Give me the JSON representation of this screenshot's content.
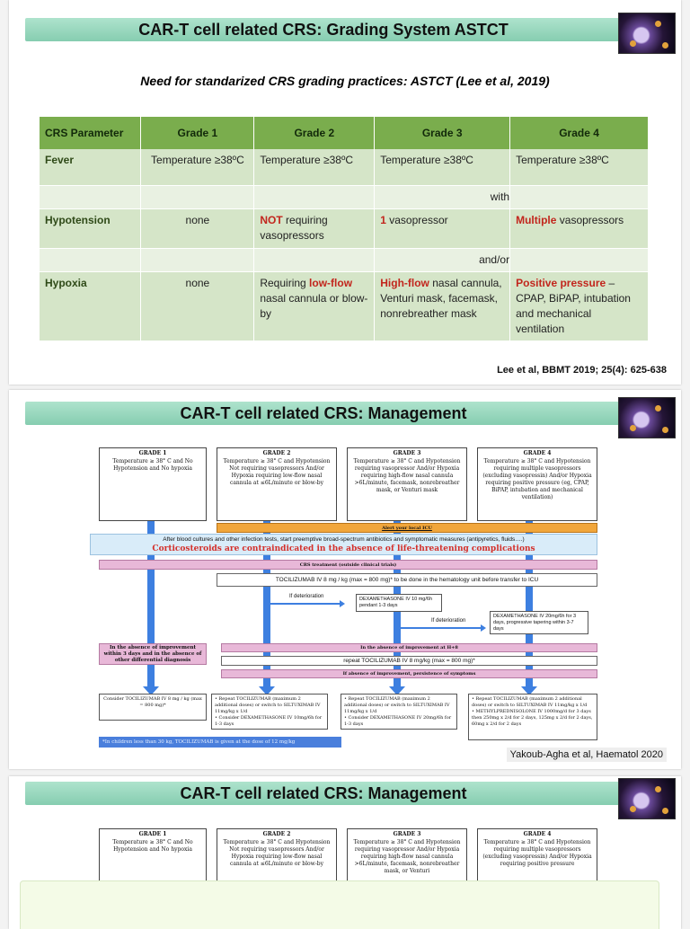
{
  "slide1": {
    "title": "CAR-T cell related CRS: Grading System ASTCT",
    "subtitle": "Need for standarized CRS grading practices: ASTCT (Lee et al, 2019)",
    "headers": [
      "CRS Parameter",
      "Grade 1",
      "Grade 2",
      "Grade 3",
      "Grade 4"
    ],
    "fever": {
      "param": "Fever",
      "g1": "Temperature ≥38ºC",
      "g2": "Temperature ≥38ºC",
      "g3": "Temperature ≥38ºC",
      "g4": "Temperature ≥38ºC"
    },
    "with": "with",
    "hypotension": {
      "param": "Hypotension",
      "g1": "none",
      "g2_red": "NOT",
      "g2_rest": " requiring vasopressors",
      "g3_red": "1",
      "g3_rest": " vasopressor",
      "g4_red": "Multiple",
      "g4_rest": " vasopressors"
    },
    "andor": "and/or",
    "hypoxia": {
      "param": "Hypoxia",
      "g1": "none",
      "g2_pre": "Requiring ",
      "g2_red": "low-flow",
      "g2_rest": " nasal cannula or blow-by",
      "g3_red": "High-flow",
      "g3_rest": " nasal cannula, Venturi mask, facemask, nonrebreather mask",
      "g4_red": "Positive pressure",
      "g4_rest": " – CPAP, BiPAP, intubation and mechanical ventilation"
    },
    "reference": "Lee et al, BBMT 2019; 25(4): 625-638"
  },
  "slide2": {
    "title": "CAR-T cell related CRS: Management",
    "grades": [
      {
        "head": "GRADE 1",
        "text": "Temperature ≥ 38° C and No Hypotension and No hypoxia"
      },
      {
        "head": "GRADE 2",
        "text": "Temperature ≥ 38° C and Hypotension Not requiring vasopressors And/or Hypoxia requiring low-flow nasal cannula at ≤6L/minute or blow-by"
      },
      {
        "head": "GRADE 3",
        "text": "Temperature ≥ 38° C and Hypotension requiring vasopressor And/or Hypoxia requiring high-flow nasal cannula >6L/minute, facemask, nonrebreather mask, or Venturi mask"
      },
      {
        "head": "GRADE 4",
        "text": "Temperature ≥ 38° C and Hypotension requiring multiple vasopressors (excluding vasopressin) And/or Hypoxia requiring positive pressure (eg, CPAP, BiPAP, intubation and mechanical ventilation)"
      }
    ],
    "icu": "Alert your local ICU",
    "infection": "After blood cultures and other infection tests, start preemptive broad-spectrum antibiotics and symptomatic measures (antipyretics, fluids….)",
    "steroid_warning": "Corticosteroids are contraindicated in the absence of life-threatening complications",
    "crs_treatment": "CRS treatment (outside clinical trials)",
    "tocilizumab": "TOCILIZUMAB IV 8 mg / kg (max = 800 mg)* to be done in the hematology unit before transfer to ICU",
    "if_det1": "If deterioration",
    "dexa10": "DEXAMETHASONE IV 10 mg/6h pendant 1-3 days",
    "if_det2": "If deterioration",
    "dexa20": "DEXAMETHASONE IV 20mg/6h for 3 days, progressive tapering within 3-7 days",
    "absence_left": "In the absence of improvement within 3 days and in the absence of other differential diagnosis",
    "absence_h8": "In the absence of improvement at H+8",
    "repeat_toci": "repeat TOCILIZUMAB IV 8 mg/kg (max = 800 mg)*",
    "persistence": "If absence of improvement, persistence of symptoms",
    "bottom": [
      "Consider TOCILIZUMAB IV 8 mg / kg (max = 800 mg)*",
      "• Repeat TOCILIZUMAB (maximum 2 additional doses) or switch to SILTUXIMAB IV 11mg/kg x 1/d\n• Consider DEXAMETHASONE IV 10mg/6h for 1-3 days",
      "• Repeat TOCILIZUMAB (maximum 2 additional doses) or switch to SILTUXIMAB IV 11mg/kg x 1/d\n• Consider DEXAMETHASONE IV 20mg/6h for 1-3 days",
      "• Repeat TOCILIZUMAB (maximum 2 additional doses) or switch to SILTUXIMAB IV 11mg/kg x 1/d\n• METHYLPREDNISOLONE IV 1000mg/d for 3 days then 250mg x 2/d for 2 days, 125mg x 2/d for 2 days, 60mg x 2/d for 2 days"
    ],
    "child_note": "*In children less than 30 kg, TOCILIZUMAB is given at the dose of 12 mg/kg",
    "reference": "Yakoub-Agha et al, Haematol 2020"
  },
  "slide3": {
    "title": "CAR-T cell related CRS: Management",
    "grades": [
      {
        "head": "GRADE 1",
        "text": "Temperature ≥ 38° C and No Hypotension and No hypoxia"
      },
      {
        "head": "GRADE 2",
        "text": "Temperature ≥ 38° C and Hypotension Not requiring vasopressors And/or Hypoxia requiring low-flow nasal cannula at ≤6L/minute or blow-by"
      },
      {
        "head": "GRADE 3",
        "text": "Temperature ≥ 38° C and Hypotension requiring vasopressor And/or Hypoxia requiring high-flow nasal cannula >6L/minute, facemask, nonrebreather mask, or Venturi"
      },
      {
        "head": "GRADE 4",
        "text": "Temperature ≥ 38° C and Hypotension requiring multiple vasopressors (excluding vasopressin) And/or Hypoxia requiring positive pressure"
      }
    ]
  }
}
